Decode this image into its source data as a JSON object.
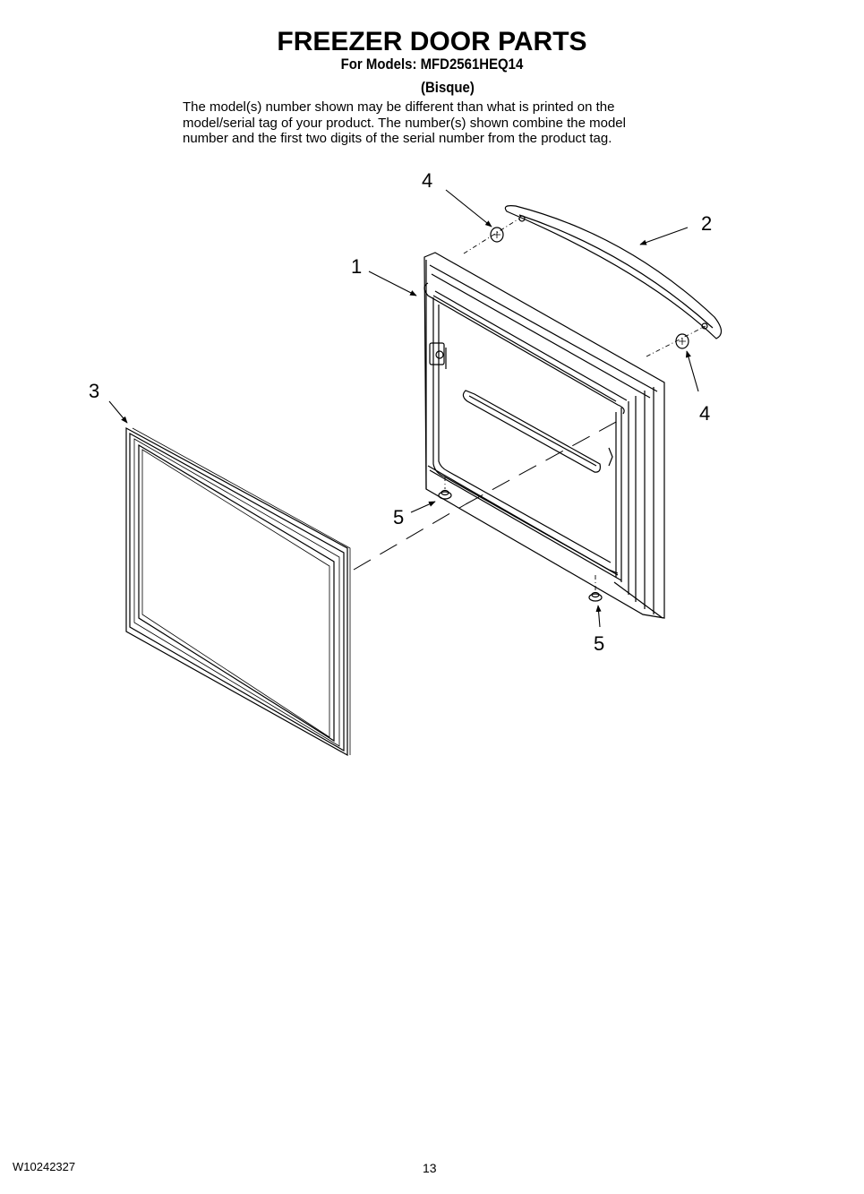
{
  "header": {
    "title": "FREEZER DOOR PARTS",
    "models": "For Models: MFD2561HEQ14",
    "color": "(Bisque)",
    "disclaimer_lines": [
      "The model(s) number shown may be different than what is printed on the",
      "model/serial tag of your product. The number(s) shown combine the model",
      "number and the first two digits of the serial number from the product tag."
    ]
  },
  "diagram": {
    "callouts": [
      {
        "id": "1",
        "label": "1",
        "part": "door-assembly"
      },
      {
        "id": "2",
        "label": "2",
        "part": "handle"
      },
      {
        "id": "3",
        "label": "3",
        "part": "gasket"
      },
      {
        "id": "4a",
        "label": "4",
        "part": "handle-screw-top"
      },
      {
        "id": "4b",
        "label": "4",
        "part": "handle-screw-bottom"
      },
      {
        "id": "5a",
        "label": "5",
        "part": "door-stop-left"
      },
      {
        "id": "5b",
        "label": "5",
        "part": "door-stop-right"
      }
    ]
  },
  "footer": {
    "doc_number": "W10242327",
    "page_number": "13"
  }
}
